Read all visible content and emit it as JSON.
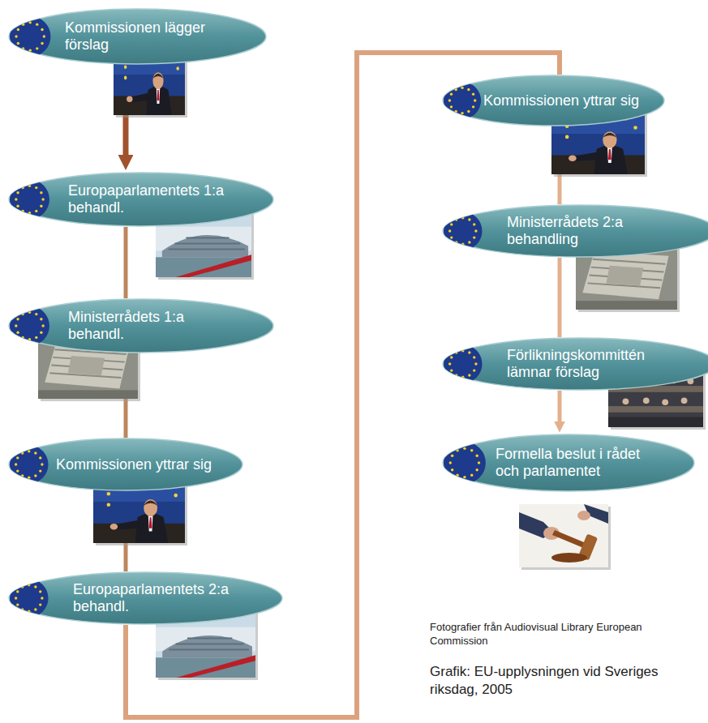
{
  "diagram": {
    "nodes": [
      {
        "text": [
          "Kommissionen lägger förslag"
        ]
      },
      {
        "text": [
          "Europaparlamentets 1:a behandl."
        ]
      },
      {
        "text": [
          "Ministerrådets 1:a behandl."
        ]
      },
      {
        "text": [
          "Kommissionen yttrar sig"
        ]
      },
      {
        "text": [
          "Europaparlamentets 2:a behandl."
        ]
      },
      {
        "text": [
          "Kommissionen yttrar sig"
        ]
      },
      {
        "text": [
          "Ministerrådets 2:a behandling"
        ]
      },
      {
        "text": [
          "Förlikningskommittén lämnar förslag"
        ]
      },
      {
        "text": [
          "Formella beslut i rådet och parlamentet"
        ]
      }
    ],
    "edges": [
      {
        "from": 0,
        "to": 1,
        "arrow": "to"
      },
      {
        "from": 1,
        "to": 2,
        "arrow": "none"
      },
      {
        "from": 2,
        "to": 3,
        "arrow": "none"
      },
      {
        "from": 3,
        "to": 4,
        "arrow": "none"
      },
      {
        "from": 4,
        "to": 5,
        "arrow": "none"
      },
      {
        "from": 5,
        "to": 6,
        "arrow": "none"
      },
      {
        "from": 6,
        "to": 7,
        "arrow": "none"
      },
      {
        "from": 7,
        "to": 8,
        "arrow": "to"
      }
    ],
    "labels": [
      "Fotografier från Audiovisual Library European Commission",
      "Grafik: EU-upplysningen vid Sveriges riksdag, 2005"
    ]
  }
}
